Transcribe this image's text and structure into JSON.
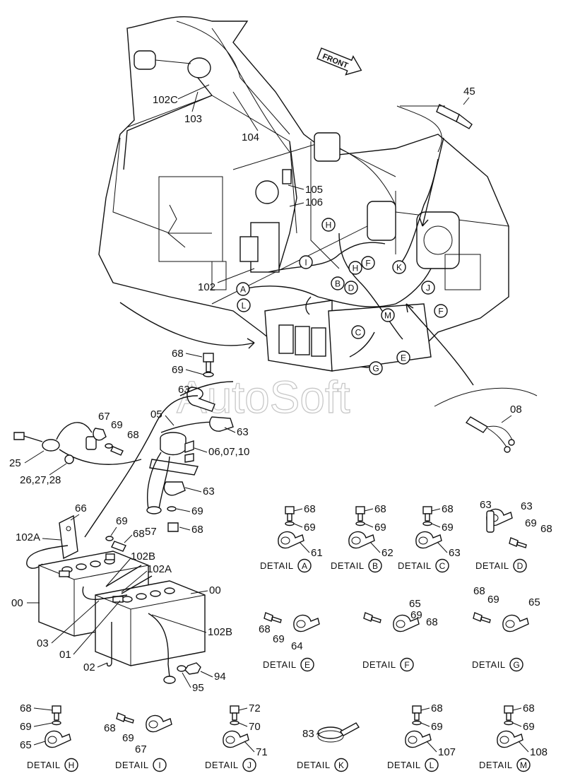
{
  "watermark": "AutoSoft",
  "front_label": "FRONT",
  "main_labels": {
    "l102c": "102C",
    "l103": "103",
    "l104": "104",
    "l105": "105",
    "l106": "106",
    "l102": "102",
    "l45": "45",
    "l08": "08"
  },
  "main_callouts": [
    "A",
    "L",
    "I",
    "H",
    "H",
    "B",
    "D",
    "F",
    "K",
    "J",
    "M",
    "C",
    "E",
    "G",
    "F"
  ],
  "battery_labels": {
    "l68": "68",
    "l69": "69",
    "l63a": "63",
    "l05": "05",
    "l63b": "63",
    "l67": "67",
    "l69b": "69",
    "l68b": "68",
    "l25": "25",
    "l26": "26,27,28",
    "l0607": "06,07,10",
    "l63c": "63",
    "l69c": "69",
    "l57": "57",
    "l68c": "68",
    "l66": "66",
    "l69d": "69",
    "l68d": "68",
    "l102a": "102A",
    "l102b": "102B",
    "l102a2": "102A",
    "l00a": "00",
    "l00b": "00",
    "l03": "03",
    "l01": "01",
    "l102b2": "102B",
    "l02": "02",
    "l94": "94",
    "l95": "95"
  },
  "details": [
    {
      "word": "DETAIL",
      "letter": "A",
      "parts": [
        "68",
        "69",
        "61"
      ]
    },
    {
      "word": "DETAIL",
      "letter": "B",
      "parts": [
        "68",
        "69",
        "62"
      ]
    },
    {
      "word": "DETAIL",
      "letter": "C",
      "parts": [
        "68",
        "69",
        "63"
      ]
    },
    {
      "word": "DETAIL",
      "letter": "D",
      "parts": [
        "63",
        "63",
        "69",
        "68"
      ]
    },
    {
      "word": "DETAIL",
      "letter": "E",
      "parts": [
        "68",
        "69",
        "64"
      ]
    },
    {
      "word": "DETAIL",
      "letter": "F",
      "parts": [
        "65",
        "69",
        "68"
      ]
    },
    {
      "word": "DETAIL",
      "letter": "G",
      "parts": [
        "68",
        "69",
        "65"
      ]
    },
    {
      "word": "DETAIL",
      "letter": "H",
      "parts": [
        "68",
        "69",
        "65"
      ]
    },
    {
      "word": "DETAIL",
      "letter": "I",
      "parts": [
        "68",
        "69",
        "67"
      ]
    },
    {
      "word": "DETAIL",
      "letter": "J",
      "parts": [
        "72",
        "70",
        "71"
      ]
    },
    {
      "word": "DETAIL",
      "letter": "K",
      "parts": [
        "83"
      ]
    },
    {
      "word": "DETAIL",
      "letter": "L",
      "parts": [
        "68",
        "69",
        "107"
      ]
    },
    {
      "word": "DETAIL",
      "letter": "M",
      "parts": [
        "68",
        "69",
        "108"
      ]
    }
  ]
}
